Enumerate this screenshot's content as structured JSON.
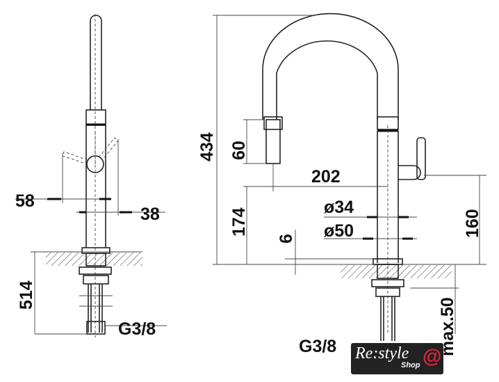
{
  "side_view": {
    "lever_width_left": "58",
    "lever_width_right": "38",
    "below_counter_length": "514",
    "connection_thread": "G3/8"
  },
  "front_view": {
    "total_height": "434",
    "sprayer_height": "60",
    "spout_reach": "202",
    "spout_outlet_height": "174",
    "body_diameter": "ø34",
    "base_diameter": "ø50",
    "base_height": "6",
    "handle_height": "160",
    "max_counter_thickness": "max.50",
    "connection_thread": "G3/8"
  },
  "logo": {
    "brand": "Re:style",
    "sub": "Shop",
    "symbol": "@"
  }
}
